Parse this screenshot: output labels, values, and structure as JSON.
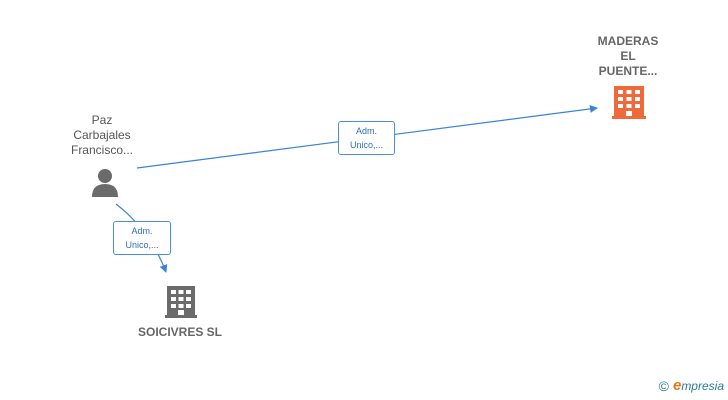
{
  "nodes": [
    {
      "id": "person",
      "type": "person",
      "label": "Paz\nCarbajales\nFrancisco...",
      "color": "#666666"
    },
    {
      "id": "maderas",
      "type": "company",
      "label": "MADERAS\nEL\nPUENTE...",
      "color": "#ef6a3a"
    },
    {
      "id": "soicivres",
      "type": "company",
      "label": "SOICIVRES SL",
      "color": "#666666"
    }
  ],
  "edges": [
    {
      "from": "person",
      "to": "maderas",
      "label": "Adm.\nUnico,..."
    },
    {
      "from": "person",
      "to": "soicivres",
      "label": "Adm.\nUnico,..."
    }
  ],
  "colors": {
    "edge": "#3c82d6",
    "edge_label_border": "#4a8fdc"
  },
  "watermark": {
    "symbol": "©",
    "brand_initial": "e",
    "brand_rest": "mpresia"
  }
}
